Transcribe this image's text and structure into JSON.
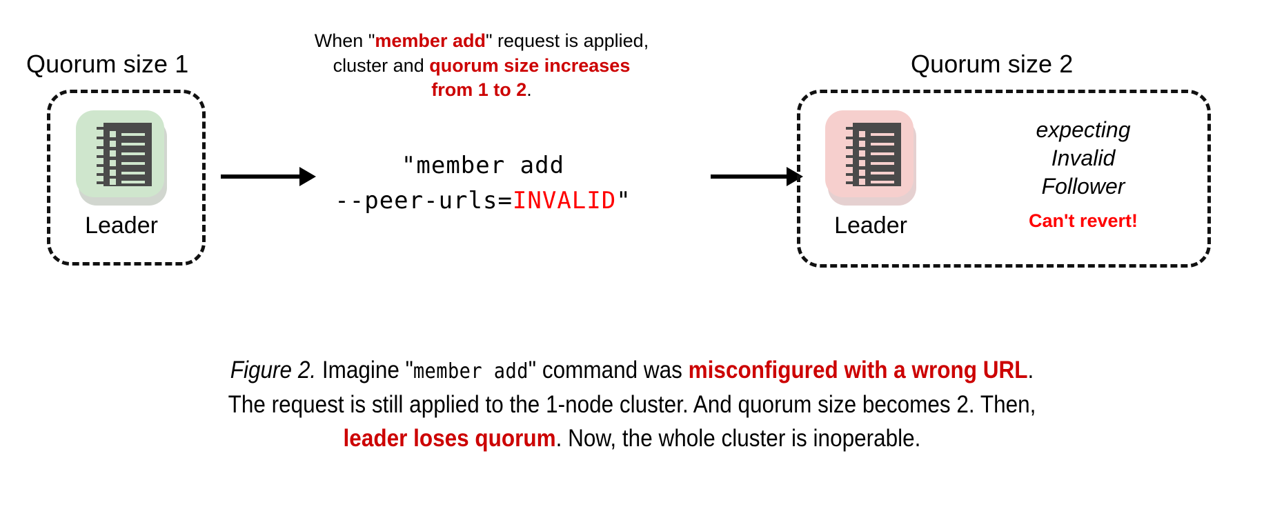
{
  "figure": {
    "left_cluster": {
      "title": "Quorum size 1",
      "node_label": "Leader",
      "node_icon": "log-notebook-icon",
      "tile_color": "#cfe6cd"
    },
    "right_cluster": {
      "title": "Quorum size 2",
      "node_label": "Leader",
      "node_icon": "log-notebook-icon",
      "tile_color": "#f6cfcd",
      "status_lines": [
        "expecting",
        "Invalid",
        "Follower"
      ],
      "alert": "Can't revert!"
    },
    "annotation": {
      "line1_a": "When \"",
      "line1_b": "member add",
      "line1_c": "\" request is applied,",
      "line2_a": "cluster and ",
      "line2_b": "quorum size increases",
      "line3_b": "from 1 to 2",
      "line3_c": "."
    },
    "command": {
      "line1": "\"member add",
      "line2_a": "--peer-urls=",
      "line2_b": "INVALID",
      "line2_c": "\""
    },
    "caption": {
      "p1_fig": "Figure 2.",
      "p1_a": " Imagine \"",
      "p1_mono": "member add",
      "p1_b": "\" command was ",
      "p1_red": "misconfigured with a wrong URL",
      "p1_c": ".",
      "p2": "The request is still applied to the 1-node cluster. And quorum size becomes 2. Then,",
      "p3_red": "leader loses quorum",
      "p3_b": ". Now, the whole cluster is inoperable."
    },
    "colors": {
      "red_bright": "#ff0000",
      "red_dark": "#cc0000",
      "green_tile": "#cfe6cd",
      "pink_tile": "#f6cfcd",
      "icon_gray": "#4a4a4a",
      "outline": "#111111"
    }
  }
}
